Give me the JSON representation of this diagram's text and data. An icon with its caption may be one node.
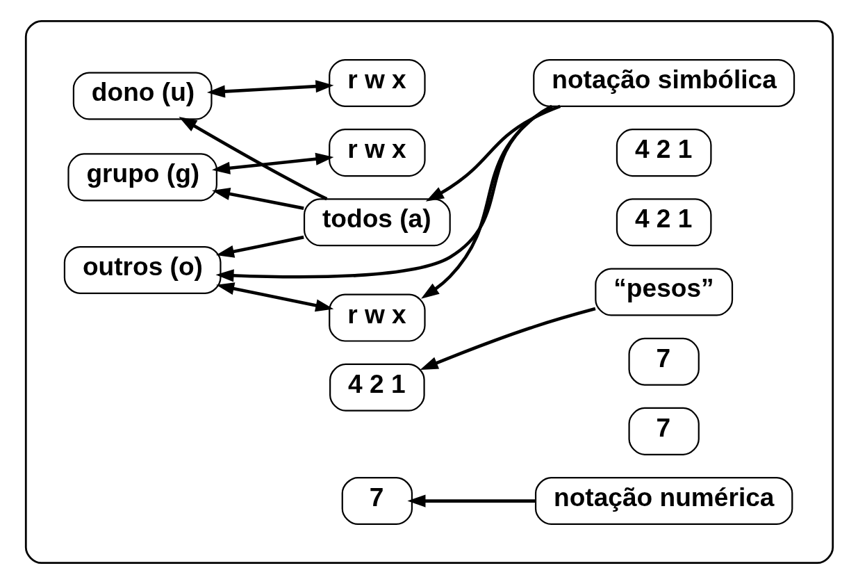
{
  "diagram": {
    "nodes": [
      {
        "text": [],
        "shape": "box"
      },
      {
        "text": [
          "dono (u)"
        ],
        "in": 0
      },
      {
        "text": [
          "grupo (g)"
        ],
        "in": 0
      },
      {
        "text": [
          "outros (o)"
        ],
        "in": 0
      },
      {
        "text": [
          "todos (a)"
        ],
        "in": 0
      },
      {
        "text": [
          "r w x"
        ],
        "in": 0
      },
      {
        "text": [
          "r w x"
        ],
        "in": 0
      },
      {
        "text": [
          "r w x"
        ],
        "in": 0
      },
      {
        "text": [
          "notação simbólica"
        ],
        "in": 0
      },
      {
        "text": [
          "4 2 1"
        ],
        "in": 0
      },
      {
        "text": [
          "4 2 1"
        ],
        "in": 0
      },
      {
        "text": [
          "4 2 1"
        ],
        "in": 0
      },
      {
        "text": [
          "“pesos”"
        ],
        "in": 0
      },
      {
        "text": [
          "7"
        ],
        "in": 0
      },
      {
        "text": [
          "7"
        ],
        "in": 0
      },
      {
        "text": [
          "7"
        ],
        "in": 0
      },
      {
        "text": [
          "notação numérica"
        ],
        "in": 0
      }
    ],
    "edges": [
      {
        "from": 5,
        "to": 1,
        "arrow": "both"
      },
      {
        "from": 6,
        "to": 2,
        "arrow": "both"
      },
      {
        "from": 7,
        "to": 3,
        "arrow": "both"
      },
      {
        "from": 4,
        "to": 1,
        "arrow": "to"
      },
      {
        "from": 4,
        "to": 2,
        "arrow": "to"
      },
      {
        "from": 4,
        "to": 3,
        "arrow": "to"
      },
      {
        "from": 8,
        "to": 7,
        "arrow": "to"
      },
      {
        "from": 8,
        "to": 3,
        "arrow": "to"
      },
      {
        "from": 8,
        "to": 4,
        "arrow": "to"
      },
      {
        "from": 12,
        "to": 11,
        "arrow": "to"
      },
      {
        "from": 16,
        "to": 15,
        "arrow": "to"
      }
    ]
  }
}
